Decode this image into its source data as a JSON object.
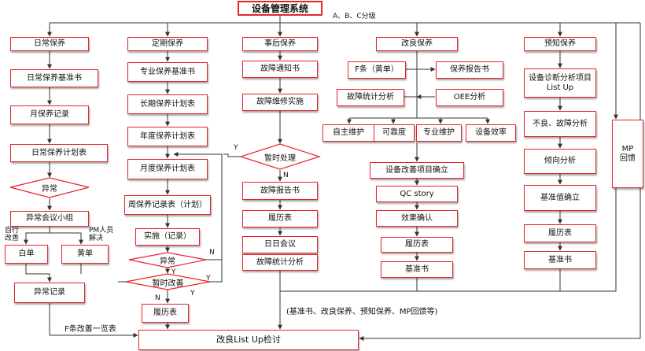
{
  "title": "设备管理系统",
  "grading_note": "A、B、C分级",
  "columns": {
    "daily": {
      "header": "日常保养",
      "steps": [
        "日常保养基准书",
        "月保养记录",
        "日常保养计划表"
      ],
      "decision": "异常",
      "meeting": "异常会议小组",
      "self_fix": "自行\n改善",
      "pm_fix": "PM人员\n解决",
      "white_sheet": "白单",
      "yellow_sheet": "黄单",
      "record": "异常记录"
    },
    "periodic": {
      "header": "定期保养",
      "steps": [
        "专业保养基准书",
        "长期保养计划表",
        "年度保养计划表",
        "月度保养计划表",
        "周保养记录表（计划）",
        "实施（记录）"
      ],
      "decision1": "异常",
      "decision2": "暂时改善",
      "history": "履历表"
    },
    "breakdown": {
      "header": "事后保养",
      "steps": [
        "故障通知书",
        "故障维修实施"
      ],
      "decision": "暂时处理",
      "after": [
        "故障报告书",
        "履历表",
        "日日会议",
        "故障统计分析"
      ]
    },
    "improvement": {
      "header": "改良保养",
      "inputs": [
        "F条（黄单）",
        "保养报告书",
        "故障统计分析",
        "OEE分析"
      ],
      "categories": [
        "自主维护",
        "可靠度",
        "专业维护",
        "设备效率"
      ],
      "steps": [
        "设备改善项目确立",
        "QC story",
        "效果确认",
        "履历表",
        "基准书"
      ]
    },
    "predictive": {
      "header": "预知保养",
      "steps": [
        "设备诊断分析项目\nList Up",
        "不良、故障分析",
        "倾向分析",
        "基准值确立",
        "履历表",
        "基准书"
      ],
      "feedback": "MP\n回馈"
    }
  },
  "labels": {
    "yes": "Y",
    "no": "N",
    "f_list": "F条改善一览表",
    "standards_note": "(基准书、改良保养、预知保养、MP回馈等)"
  },
  "bottom": "改良List Up检讨"
}
